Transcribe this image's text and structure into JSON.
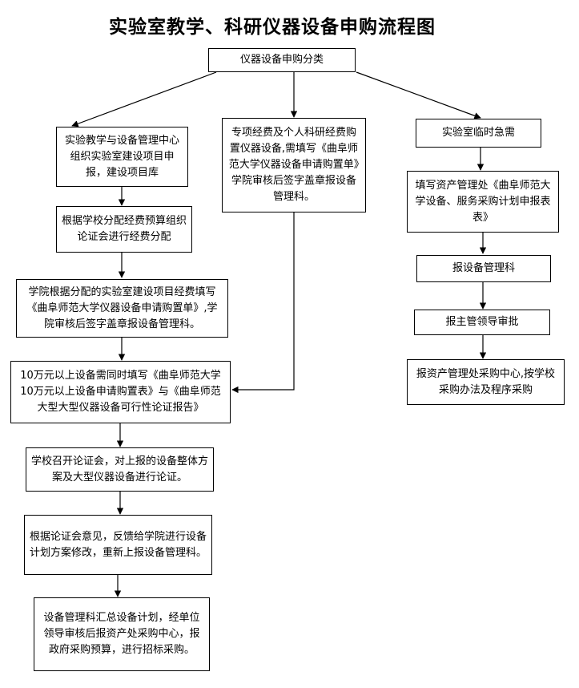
{
  "title": "实验室教学、科研仪器设备申购流程图",
  "nodes": {
    "root": "仪器设备申购分类",
    "left1": "实验教学与设备管理中心组织实验室建设项目申报，建设项目库",
    "left2": "根据学校分配经费预算组织论证会进行经费分配",
    "left3": "学院根据分配的实验室建设项目经费填写《曲阜师范大学仪器设备申请购置单》,学院审核后签字盖章报设备管理科。",
    "left4": "10万元以上设备需同时填写《曲阜师范大学10万元以上设备申请购置表》与《曲阜师范大型大型仪器设备可行性论证报告》",
    "left5": "学校召开论证会，对上报的设备整体方案及大型仪器设备进行论证。",
    "left6": "根据论证会意见，反馈给学院进行设备计划方案修改，重新上报设备管理科。",
    "left7": "设备管理科汇总设备计划，经单位领导审核后报资产处采购中心，报政府采购预算，进行招标采购。",
    "mid1": "专项经费及个人科研经费购置仪器设备,需填写《曲阜师范大学仪器设备申请购置单》学院审核后签字盖章报设备管理科。",
    "right1": "实验室临时急需",
    "right2": "填写资产管理处《曲阜师范大学设备、服务采购计划申报表表》",
    "right3": "报设备管理科",
    "right4": "报主管领导审批",
    "right5": "报资产管理处采购中心,按学校采购办法及程序采购"
  }
}
